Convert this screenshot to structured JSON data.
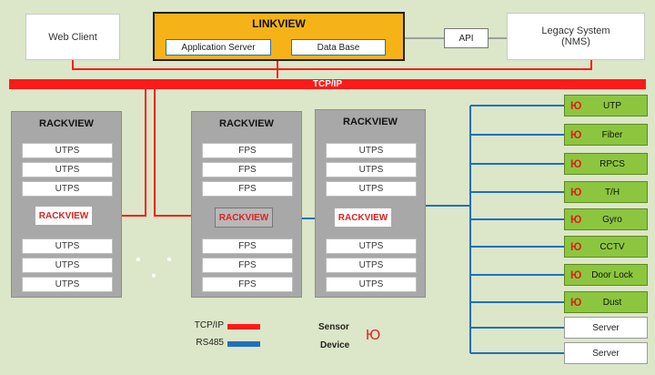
{
  "top": {
    "web_client": "Web Client",
    "linkview": {
      "title": "LINKVIEW",
      "app_server": "Application Server",
      "database": "Data Base"
    },
    "api": "API",
    "legacy": {
      "line1": "Legacy System",
      "line2": "(NMS)"
    }
  },
  "network": {
    "tcp_ip_label": "TCP/IP"
  },
  "racks": [
    {
      "title": "RACKVIEW",
      "upper_slots": [
        "UTPS",
        "UTPS",
        "UTPS"
      ],
      "hub": "RACKVIEW",
      "lower_slots": [
        "UTPS",
        "UTPS",
        "UTPS"
      ]
    },
    {
      "title": "RACKVIEW",
      "upper_slots": [
        "FPS",
        "FPS",
        "FPS"
      ],
      "hub": "RACKVIEW",
      "lower_slots": [
        "FPS",
        "FPS",
        "FPS"
      ]
    },
    {
      "title": "RACKVIEW",
      "upper_slots": [
        "UTPS",
        "UTPS",
        "UTPS"
      ],
      "hub": "RACKVIEW",
      "lower_slots": [
        "UTPS",
        "UTPS",
        "UTPS"
      ]
    }
  ],
  "ellipsis": "• • •",
  "sensors": [
    {
      "icon": "Ю",
      "label": "UTP"
    },
    {
      "icon": "Ю",
      "label": "Fiber"
    },
    {
      "icon": "Ю",
      "label": "RPCS"
    },
    {
      "icon": "Ю",
      "label": "T/H"
    },
    {
      "icon": "Ю",
      "label": "Gyro"
    },
    {
      "icon": "Ю",
      "label": "CCTV"
    },
    {
      "icon": "Ю",
      "label": "Door Lock"
    },
    {
      "icon": "Ю",
      "label": "Dust"
    }
  ],
  "servers": [
    "Server",
    "Server"
  ],
  "legend": {
    "tcp_ip": "TCP/IP",
    "rs485": "RS485",
    "tcp_color": "#ff1a1a",
    "rs485_color": "#1f6fc0",
    "sensor_line1": "Sensor",
    "sensor_line2": "Device",
    "sensor_glyph": "Ю"
  }
}
